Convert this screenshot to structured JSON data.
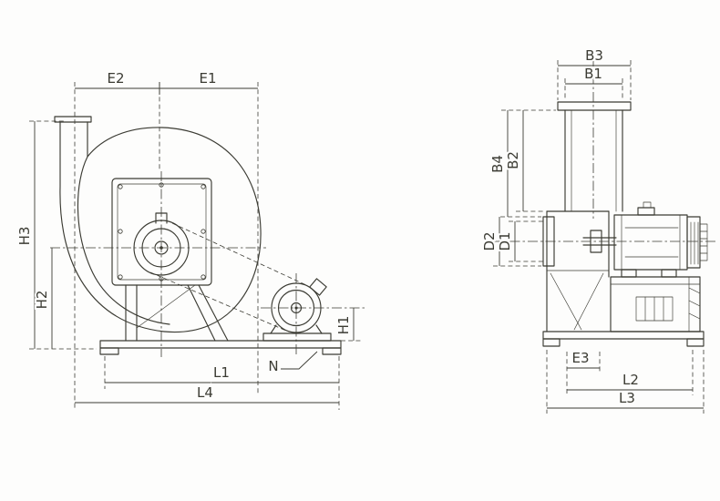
{
  "colors": {
    "ink": "#3b3b33",
    "paper": "#fdfdfc"
  },
  "front_view": {
    "labels": {
      "E2": "E2",
      "E1": "E1",
      "H3": "H3",
      "H2": "H2",
      "H1": "H1",
      "L1": "L1",
      "L4": "L4",
      "N": "N"
    }
  },
  "side_view": {
    "labels": {
      "B3": "B3",
      "B1": "B1",
      "B4": "B4",
      "B2": "B2",
      "D2": "D2",
      "D1": "D1",
      "E3": "E3",
      "L2": "L2",
      "L3": "L3"
    }
  }
}
